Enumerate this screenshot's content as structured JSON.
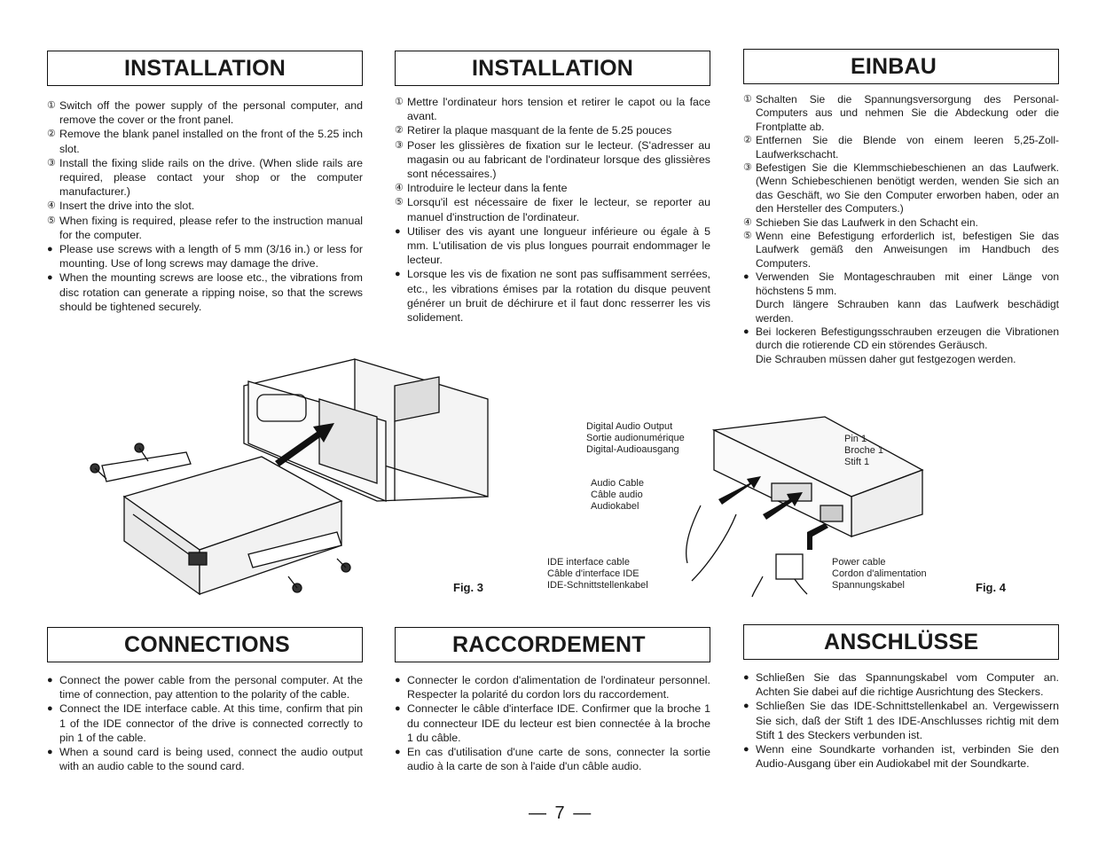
{
  "installation_en": {
    "title": "INSTALLATION",
    "items": [
      {
        "marker": "①",
        "text": "Switch off the power supply of the personal computer, and remove the cover or the front panel."
      },
      {
        "marker": "②",
        "text": "Remove the blank panel installed on the front of the 5.25 inch slot."
      },
      {
        "marker": "③",
        "text": "Install the fixing slide rails on the drive. (When slide rails are required, please contact your shop or the computer manufacturer.)"
      },
      {
        "marker": "④",
        "text": "Insert the drive into the slot."
      },
      {
        "marker": "⑤",
        "text": "When fixing is required, please refer to the instruction manual for the computer."
      },
      {
        "marker": "●",
        "text": "Please use screws with a length of 5 mm (3/16 in.) or less for mounting. Use of long screws may damage the drive."
      },
      {
        "marker": "●",
        "text": "When the mounting screws are loose etc., the vibrations from disc rotation can generate a ripping noise, so that the screws should be tightened securely."
      }
    ]
  },
  "installation_fr": {
    "title": "INSTALLATION",
    "items": [
      {
        "marker": "①",
        "text": "Mettre l'ordinateur hors tension et retirer le capot ou la face avant."
      },
      {
        "marker": "②",
        "text": "Retirer la plaque masquant de la fente de 5.25 pouces"
      },
      {
        "marker": "③",
        "text": "Poser les glissières de fixation sur le lecteur. (S'adresser au magasin ou au fabricant de l'ordinateur lorsque des glissières sont nécessaires.)"
      },
      {
        "marker": "④",
        "text": "Introduire le lecteur dans la fente"
      },
      {
        "marker": "⑤",
        "text": "Lorsqu'il est nécessaire de fixer le lecteur, se reporter au manuel d'instruction de l'ordinateur."
      },
      {
        "marker": "●",
        "text": "Utiliser des vis ayant une longueur inférieure ou égale à 5 mm. L'utilisation de vis plus longues pourrait endommager le lecteur."
      },
      {
        "marker": "●",
        "text": "Lorsque les vis de fixation ne sont pas suffisamment serrées, etc., les vibrations émises par la rotation du disque peuvent générer un bruit de déchirure et il faut donc resserrer les vis solidement."
      }
    ]
  },
  "einbau_de": {
    "title": "EINBAU",
    "items": [
      {
        "marker": "①",
        "text": "Schalten Sie die Spannungsversorgung des Personal-Computers aus und nehmen Sie die Abdeckung oder die Frontplatte ab."
      },
      {
        "marker": "②",
        "text": "Entfernen Sie die Blende von einem leeren 5,25-Zoll-Laufwerkschacht."
      },
      {
        "marker": "③",
        "text": "Befestigen Sie die Klemmschiebeschienen an das Laufwerk. (Wenn Schiebeschienen benötigt werden, wenden Sie sich an das Geschäft, wo Sie den Computer erworben haben, oder an den Hersteller des Computers.)"
      },
      {
        "marker": "④",
        "text": "Schieben Sie das Laufwerk in den Schacht ein."
      },
      {
        "marker": "⑤",
        "text": "Wenn eine Befestigung erforderlich ist, befestigen Sie das Laufwerk gemäß den Anweisungen im Handbuch des Computers."
      },
      {
        "marker": "●",
        "text": "Verwenden Sie Montageschrauben mit einer Länge von höchstens 5 mm."
      },
      {
        "marker": "",
        "text": "Durch längere Schrauben kann das Laufwerk beschädigt werden."
      },
      {
        "marker": "●",
        "text": "Bei lockeren Befestigungsschrauben erzeugen die Vibrationen durch die rotierende CD ein störendes Geräusch."
      },
      {
        "marker": "",
        "text": "Die Schrauben müssen daher gut festgezogen werden."
      }
    ]
  },
  "fig3": {
    "label": "Fig. 3"
  },
  "fig4": {
    "label": "Fig. 4",
    "digital_audio": [
      "Digital Audio Output",
      "Sortie audionumérique",
      "Digital-Audioausgang"
    ],
    "audio_cable": [
      "Audio Cable",
      "Câble audio",
      "Audiokabel"
    ],
    "ide_cable": [
      "IDE interface cable",
      "Câble d'interface IDE",
      "IDE-Schnittstellenkabel"
    ],
    "pin1": [
      "Pin 1",
      "Broche 1",
      "Stift 1"
    ],
    "power_cable": [
      "Power cable",
      "Cordon d'alimentation",
      "Spannungskabel"
    ]
  },
  "connections_en": {
    "title": "CONNECTIONS",
    "items": [
      {
        "marker": "●",
        "text": "Connect the power cable from the personal computer. At the time of connection, pay attention to the polarity of the cable."
      },
      {
        "marker": "●",
        "text": "Connect the IDE interface cable. At this time, confirm that pin 1 of the IDE connector of the drive is connected correctly to pin 1 of the cable."
      },
      {
        "marker": "●",
        "text": "When a sound card is being used, connect the audio output with an audio cable to the sound card."
      }
    ]
  },
  "raccordement_fr": {
    "title": "RACCORDEMENT",
    "items": [
      {
        "marker": "●",
        "text": "Connecter le cordon d'alimentation de l'ordinateur personnel. Respecter la polarité du cordon lors du raccordement."
      },
      {
        "marker": "●",
        "text": "Connecter le câble d'interface IDE. Confirmer que la broche 1 du connecteur IDE du lecteur est bien connectée à la broche 1 du câble."
      },
      {
        "marker": "●",
        "text": "En cas d'utilisation d'une carte de sons, connecter la sortie audio à la carte de son à l'aide d'un câble audio."
      }
    ]
  },
  "anschluesse_de": {
    "title": "ANSCHLÜSSE",
    "items": [
      {
        "marker": "●",
        "text": "Schließen Sie das Spannungskabel vom Computer an. Achten Sie dabei auf die richtige Ausrichtung des Steckers."
      },
      {
        "marker": "●",
        "text": "Schließen Sie das IDE-Schnittstellenkabel an. Vergewissern Sie sich, daß der Stift 1 des IDE-Anschlusses richtig mit dem Stift 1 des Steckers verbunden ist."
      },
      {
        "marker": "●",
        "text": "Wenn eine Soundkarte vorhanden ist, verbinden Sie den Audio-Ausgang über ein Audiokabel mit der Soundkarte."
      }
    ]
  },
  "page_number": "— 7 —"
}
